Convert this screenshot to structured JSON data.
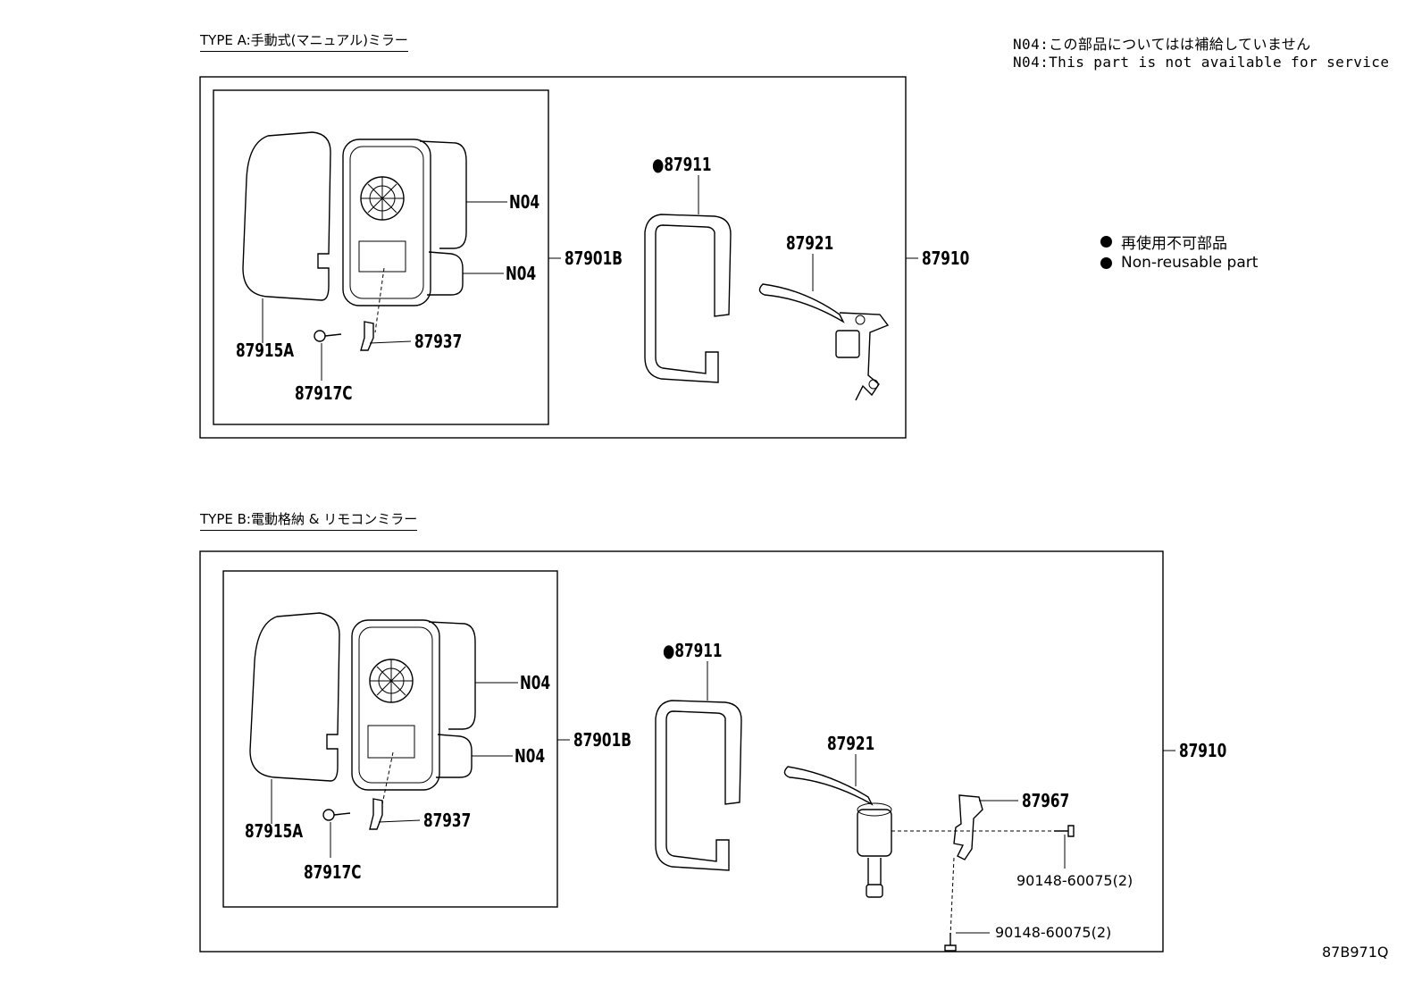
{
  "notes": {
    "line1": "N04:この部品についてはは補給していません",
    "line2": "N04:This part is not available for service"
  },
  "legend": {
    "jp": "再使用不可部品",
    "en": "Non-reusable part"
  },
  "figure_code": "87B971Q",
  "type_a": {
    "title": "TYPE A:手動式(マニュアル)ミラー",
    "labels": {
      "n04_upper": "N04",
      "n04_lower": "N04",
      "outer_mirror": "87901B",
      "mirror": "87915A",
      "bracket": "87937",
      "screw": "87917C",
      "cover": "●87911",
      "stay": "87921",
      "assy": "87910"
    }
  },
  "type_b": {
    "title": "TYPE B:電動格納 & リモコンミラー",
    "labels": {
      "n04_upper": "N04",
      "n04_lower": "N04",
      "outer_mirror": "87901B",
      "mirror": "87915A",
      "bracket": "87937",
      "screw": "87917C",
      "cover": "●87911",
      "stay": "87921",
      "assy": "87910",
      "motor_bracket": "87967",
      "bolt_upper": "90148-60075(2)",
      "bolt_lower": "90148-60075(2)"
    }
  }
}
